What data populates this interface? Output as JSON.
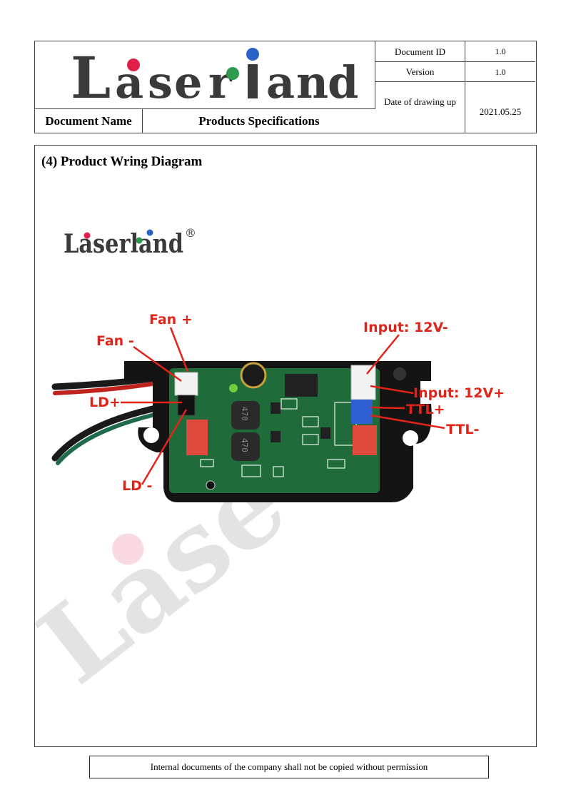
{
  "header": {
    "brand": "Laserland",
    "document_name_label": "Document Name",
    "document_name_value": "Products Specifications",
    "document_id_label": "Document ID",
    "document_id_value": "1.0",
    "version_label": "Version",
    "version_value": "1.0",
    "date_label": "Date of drawing up",
    "date_value": "2021.05.25"
  },
  "section": {
    "title": "(4)  Product Wring Diagram",
    "photo_brand": "Laserland",
    "registered_mark": "®",
    "labels": {
      "fan_plus": "Fan +",
      "fan_minus": "Fan -",
      "ld_plus": "LD+",
      "ld_minus": "LD -",
      "input_minus": "Input: 12V-",
      "input_plus": "Input: 12V+",
      "ttl_plus": "TTL+",
      "ttl_minus": "TTL-"
    },
    "inductor_marking": "470"
  },
  "footer": {
    "notice": "Internal documents of the company shall not be copied without permission"
  },
  "colors": {
    "brand_dark": "#3a3a3a",
    "brand_red": "#e0204a",
    "brand_green": "#2e9a4e",
    "brand_blue": "#2a62c7",
    "label_red": "#e2231a",
    "pcb_green": "#1f6b3a"
  }
}
